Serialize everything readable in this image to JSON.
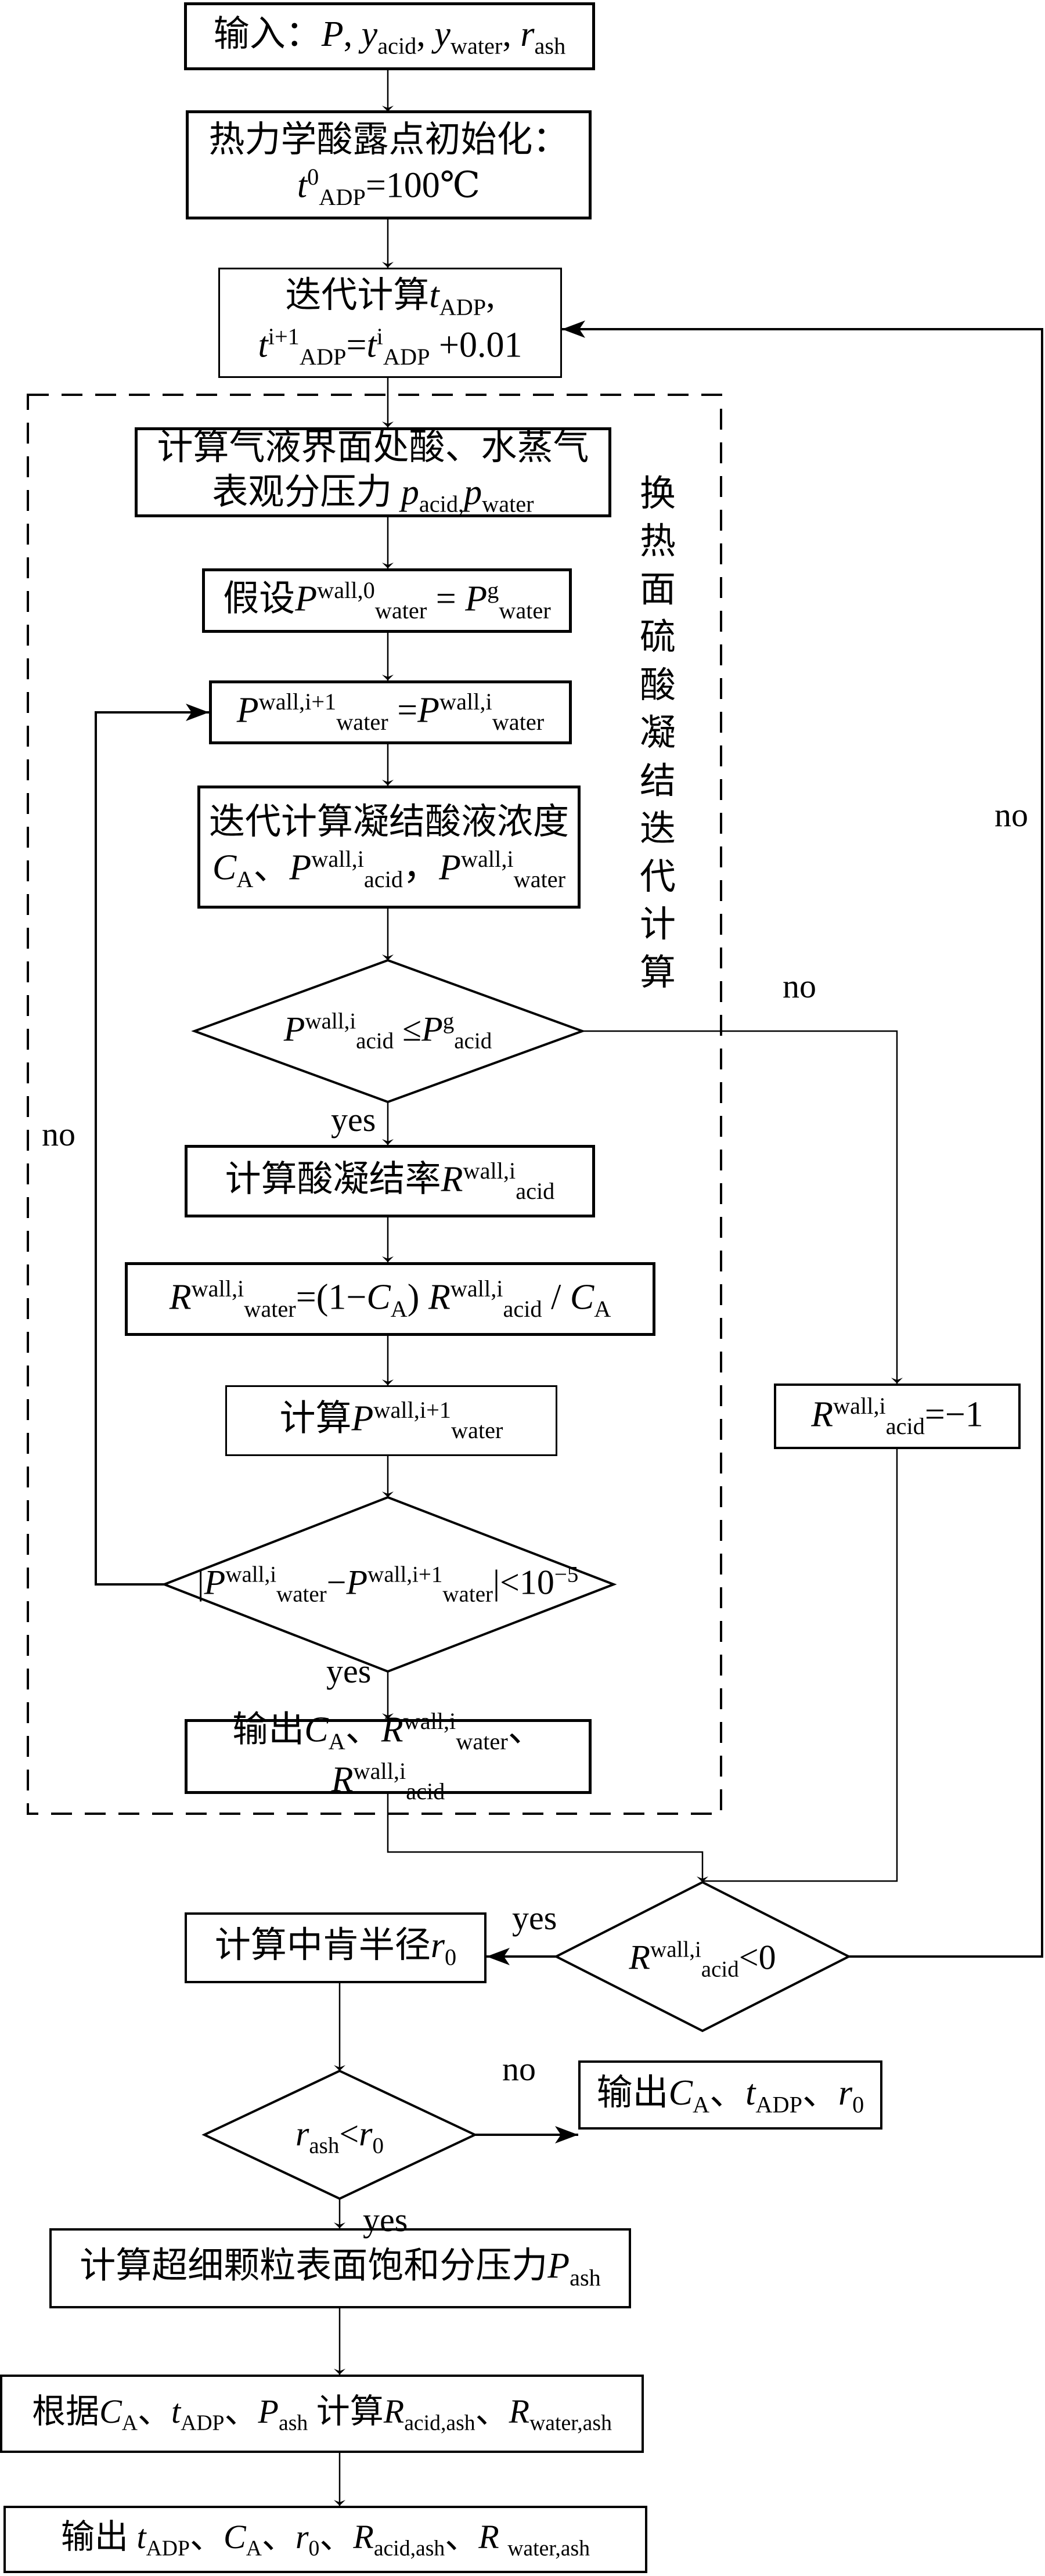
{
  "boxes": {
    "input": "输入：P, y_acid, y_water, r_ash",
    "init_title": "热力学酸露点初始化：",
    "init_formula": "t⁰_ADP=100℃",
    "iter_title": "迭代计算 t_ADP,",
    "iter_formula": "t^(i+1)_ADP = t^i_ADP + 0.01",
    "pressure_line1": "计算气液界面处酸、水蒸气",
    "pressure_line2": "表观分压力 p_acid, p_water",
    "assume": "假设 P^(wall,0)_water = P^g_water",
    "update": "P^(wall,i+1)_water = P^(wall,i)_water",
    "conc_title": "迭代计算凝结酸液浓度",
    "conc_vars": "C_A、P^(wall,i)_acid，P^(wall,i)_water",
    "rate_acid": "计算酸凝结率 R^(wall,i)_acid",
    "rate_water": "R^(wall,i)_water = (1−C_A) R^(wall,i)_acid / C_A",
    "calc_p": "计算 P^(wall,i+1)_water",
    "output_inner": "输出 C_A、R^(wall,i)_water、R^(wall,i)_acid",
    "neg": "R^(wall,i)_acid = −1",
    "r0": "计算中肯半径 r_0",
    "out_no": "输出 C_A、t_ADP、r_0",
    "pash": "计算超细颗粒表面饱和分压力 P_ash",
    "rates_ash": "根据 C_A、t_ADP、P_ash 计算 R_acid,ash、R_water,ash",
    "final": "输出 t_ADP、C_A、r_0、R_acid,ash、R_water,ash"
  },
  "decisions": {
    "d1": "P^(wall,i)_acid ≤ P^g_acid",
    "d2": "|P^(wall,i)_water − P^(wall,i+1)_water| < 10^−5",
    "d3": "R^(wall,i)_acid < 0",
    "d4": "r_ash < r_0"
  },
  "region_label": [
    "换",
    "热",
    "面",
    "硫",
    "酸",
    "凝",
    "结",
    "迭",
    "代",
    "计",
    "算"
  ],
  "edge_labels": {
    "yes": "yes",
    "no": "no"
  },
  "text": {
    "shu_ru": "输入：",
    "P": "P",
    "comma": ",",
    "y": "y",
    "acid": "acid",
    "water": "water",
    "r": "r",
    "ash": "ash",
    "init_title": "热力学酸露点初始化：",
    "t": "t",
    "zero": "0",
    "ADP": "ADP",
    "eq100": "=100℃",
    "iter_title": "迭代计算",
    "ip1": "i+1",
    "i": "i",
    "eq": "=",
    "plus001": "+0.01",
    "pl1": "计算气液界面处酸、水蒸气",
    "pl2": "表观分压力",
    "p": "p",
    "acidc": "acid,",
    "jiashe": "假设",
    "wall0": "wall,0",
    "g": "g",
    "wallip1": "wall,i+1",
    "walli": "wall,i",
    "conc": "迭代计算凝结酸液浓度",
    "C": "C",
    "A": "A",
    "dun": "、",
    "zcomma": "，",
    "le": "≤",
    "rate": "计算酸凝结率",
    "R": "R",
    "eqopen": "=(1−",
    "close": ")",
    "slash": " / ",
    "calc": "计算",
    "abs": "|",
    "minus": "−",
    "lt": "<",
    "ten": "10",
    "exp": "−5",
    "out": "输出",
    "neg1": "=−1",
    "lt0": "<0",
    "r0t": "计算中肯半径",
    "pash": "计算超细颗粒表面饱和分压力",
    "genju": "根据",
    "jisuan": "计算",
    "acidash": "acid,ash",
    "waterash": "water,ash"
  }
}
